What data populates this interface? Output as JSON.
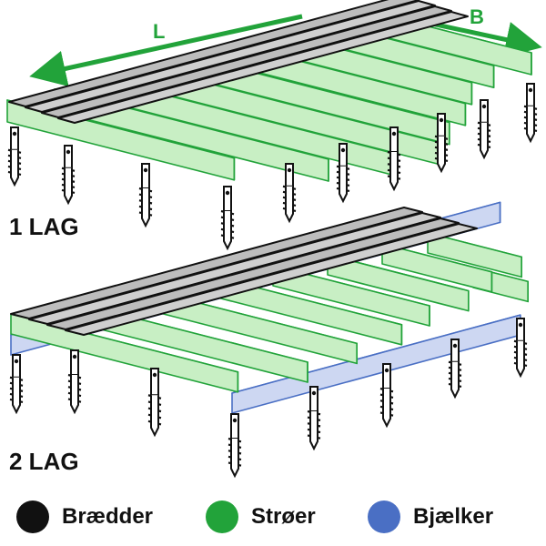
{
  "diagram": {
    "dimension_length": "L",
    "dimension_width": "B",
    "layer_one_title": "1 LAG",
    "layer_two_title": "2 LAG"
  },
  "colors": {
    "boards": "#111111",
    "joists": "#22a33a",
    "beams": "#4a6fc4"
  },
  "legend": [
    {
      "label": "Brædder",
      "color": "#111111"
    },
    {
      "label": "Strøer",
      "color": "#22a33a"
    },
    {
      "label": "Bjælker",
      "color": "#4a6fc4"
    }
  ]
}
